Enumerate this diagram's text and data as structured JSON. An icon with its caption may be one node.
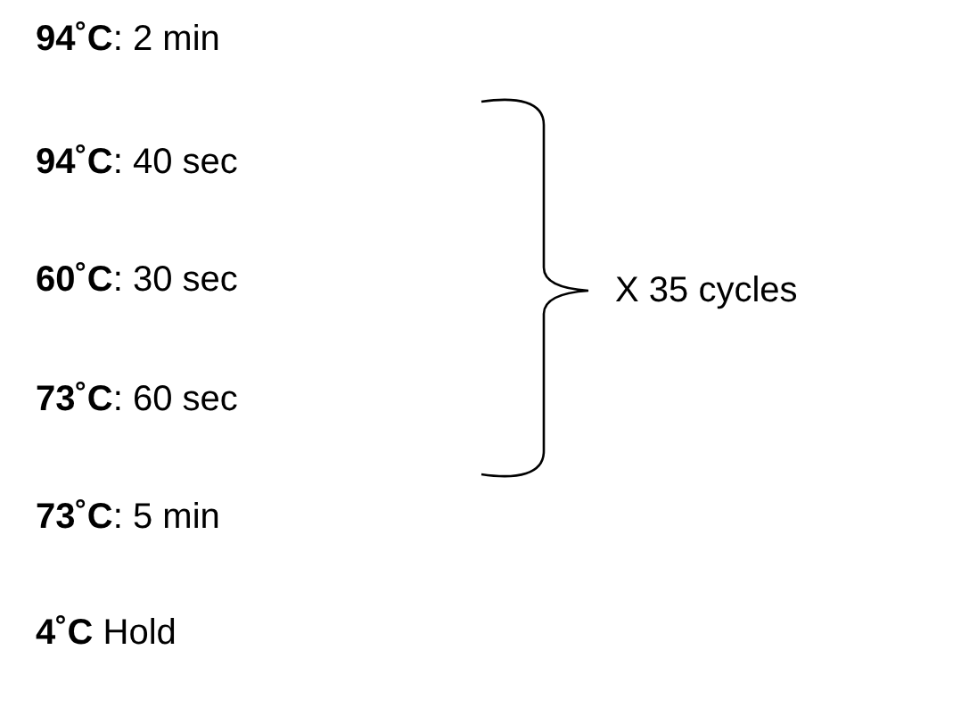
{
  "diagram": {
    "labels": [
      "**94˚C**: 2 min",
      "**94˚C**: 40 sec",
      "**60˚C**: 30 sec",
      "X 35 cycles",
      "**73˚C**: 60 sec",
      "**73˚C**: 5 min",
      "**4˚C** Hold"
    ]
  }
}
